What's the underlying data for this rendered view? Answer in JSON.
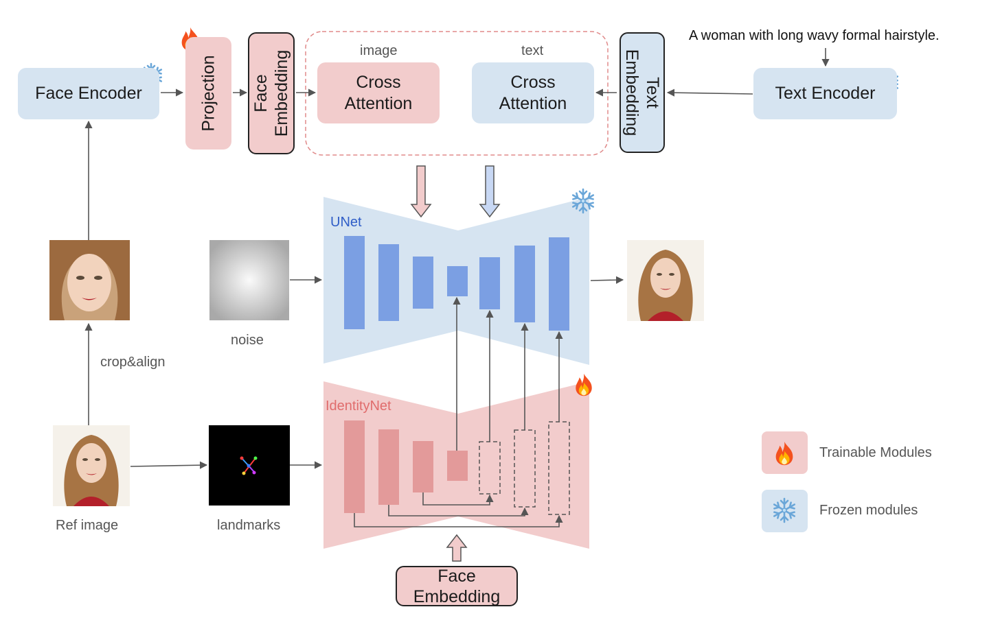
{
  "top": {
    "face_encoder": "Face Encoder",
    "projection": "Projection",
    "face_embedding_line1": "Face",
    "face_embedding_line2": "Embedding",
    "image_caption": "image",
    "text_caption": "text",
    "cross_attention_line1": "Cross",
    "cross_attention_line2": "Attention",
    "text_embedding_line1": "Text",
    "text_embedding_line2": "Embedding",
    "text_encoder": "Text Encoder",
    "prompt": "A woman with long wavy formal hairstyle."
  },
  "unet": {
    "label": "UNet",
    "color": "#2f5dc7"
  },
  "identitynet": {
    "label": "IdentityNet",
    "color": "#e06c6c"
  },
  "inputs": {
    "noise_caption": "noise",
    "crop_caption": "crop&align",
    "ref_caption": "Ref image",
    "landmarks_caption": "landmarks"
  },
  "bottom": {
    "face_embedding_line1": "Face",
    "face_embedding_line2": "Embedding"
  },
  "legend": {
    "trainable": "Trainable Modules",
    "frozen": "Frozen modules"
  },
  "icons": {
    "trainable": "fire-icon",
    "frozen": "snowflake-icon"
  },
  "colors": {
    "frozen_fill": "#d6e4f1",
    "trainable_fill": "#f2cccc",
    "unet_block": "#7b9fe3",
    "identity_block": "#e39a9a"
  }
}
